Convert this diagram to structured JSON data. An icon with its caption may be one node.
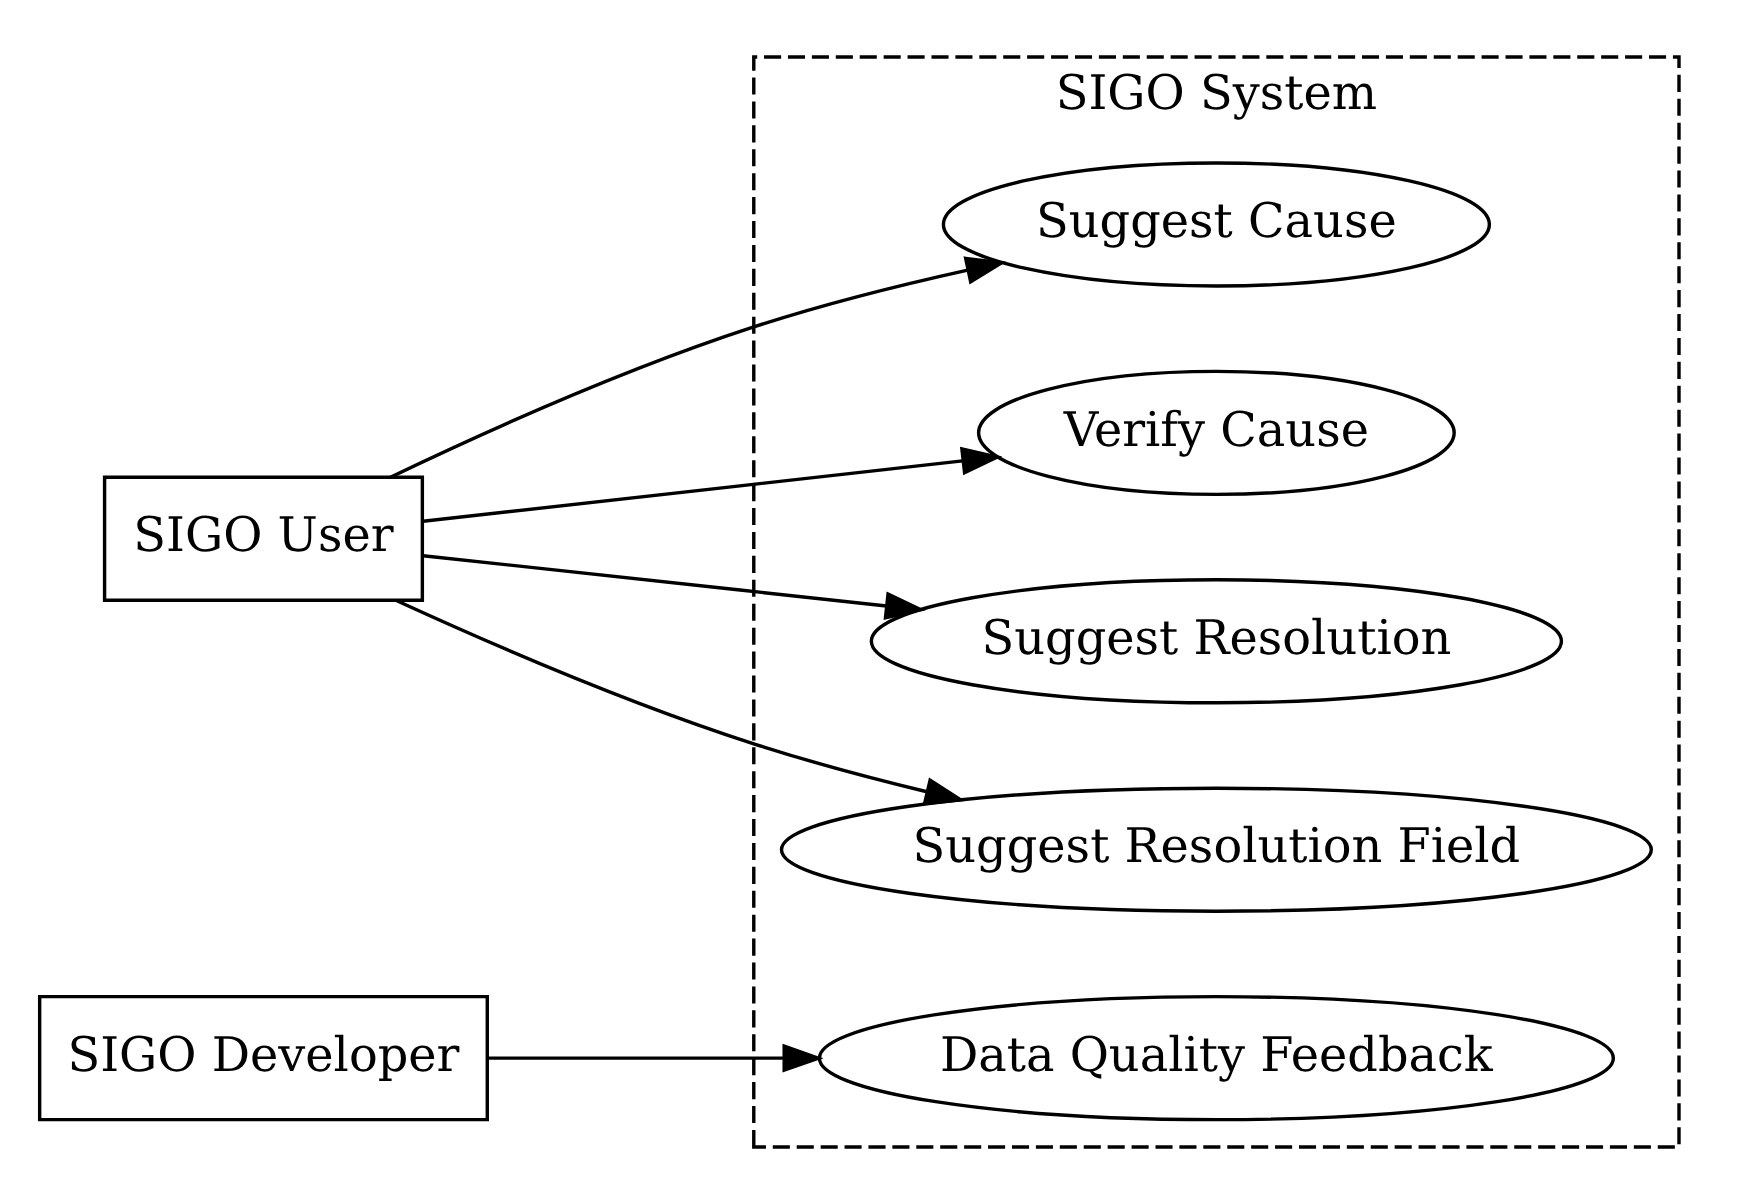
{
  "diagram": {
    "nodes": [
      {
        "text": [
          "SIGO System"
        ]
      },
      {
        "text": [
          "Suggest Cause"
        ],
        "in": 0
      },
      {
        "text": [
          "Verify Cause"
        ],
        "in": 0
      },
      {
        "text": [
          "Suggest Resolution"
        ],
        "in": 0
      },
      {
        "text": [
          "Suggest Resolution Field"
        ],
        "in": 0
      },
      {
        "text": [
          "Data Quality Feedback"
        ],
        "in": 0
      },
      {
        "text": [
          "SIGO User"
        ]
      },
      {
        "text": [
          "SIGO Developer"
        ]
      }
    ],
    "edges": [
      {
        "from": 6,
        "to": 1,
        "arrow": "to"
      },
      {
        "from": 6,
        "to": 2,
        "arrow": "to"
      },
      {
        "from": 6,
        "to": 3,
        "arrow": "to"
      },
      {
        "from": 6,
        "to": 4,
        "arrow": "to"
      },
      {
        "from": 7,
        "to": 5,
        "arrow": "to"
      }
    ]
  }
}
